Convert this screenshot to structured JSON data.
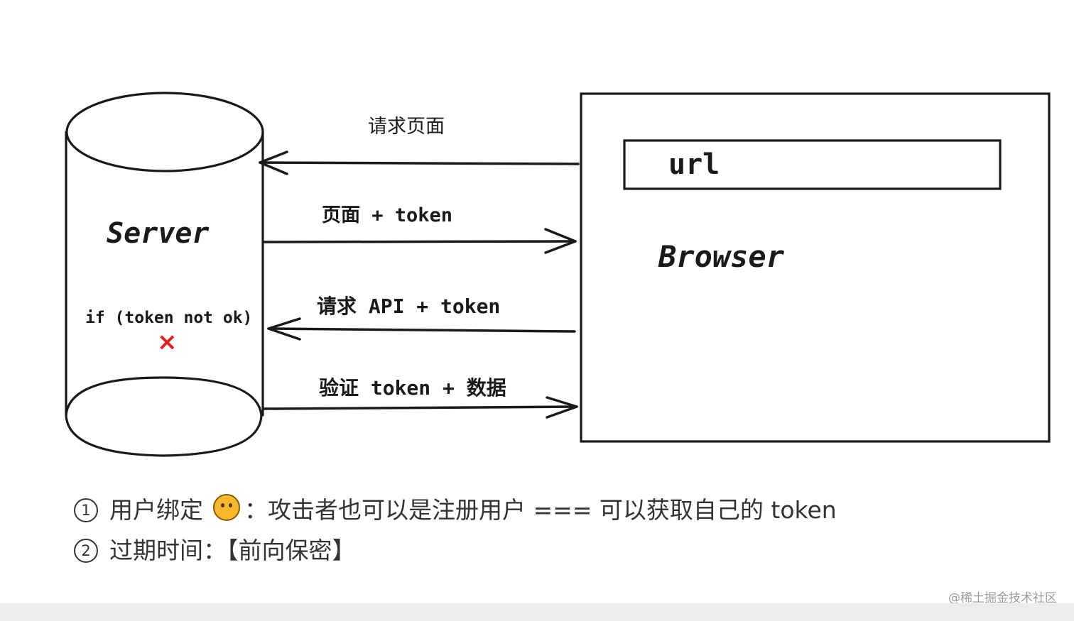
{
  "diagram": {
    "server_label": "Server",
    "server_condition": "if (token not ok)",
    "server_condition_mark": "×",
    "browser_label": "Browser",
    "url_label": "url",
    "arrows": [
      {
        "label": "请求页面",
        "direction": "to-server"
      },
      {
        "label": "页面 + token",
        "direction": "to-browser"
      },
      {
        "label": "请求 API + token",
        "direction": "to-server"
      },
      {
        "label": "验证 token + 数据",
        "direction": "to-browser"
      }
    ],
    "mark_color": "#e02020"
  },
  "notes": [
    {
      "marker": "1",
      "text_before": "用户绑定",
      "icon": "thinking-face-icon",
      "text_after": "：攻击者也可以是注册用户 === 可以获取自己的 token"
    },
    {
      "marker": "2",
      "text_before": "过期时间：【前向保密】",
      "icon": "",
      "text_after": ""
    }
  ],
  "site_watermark": "@稀土掘金技术社区"
}
